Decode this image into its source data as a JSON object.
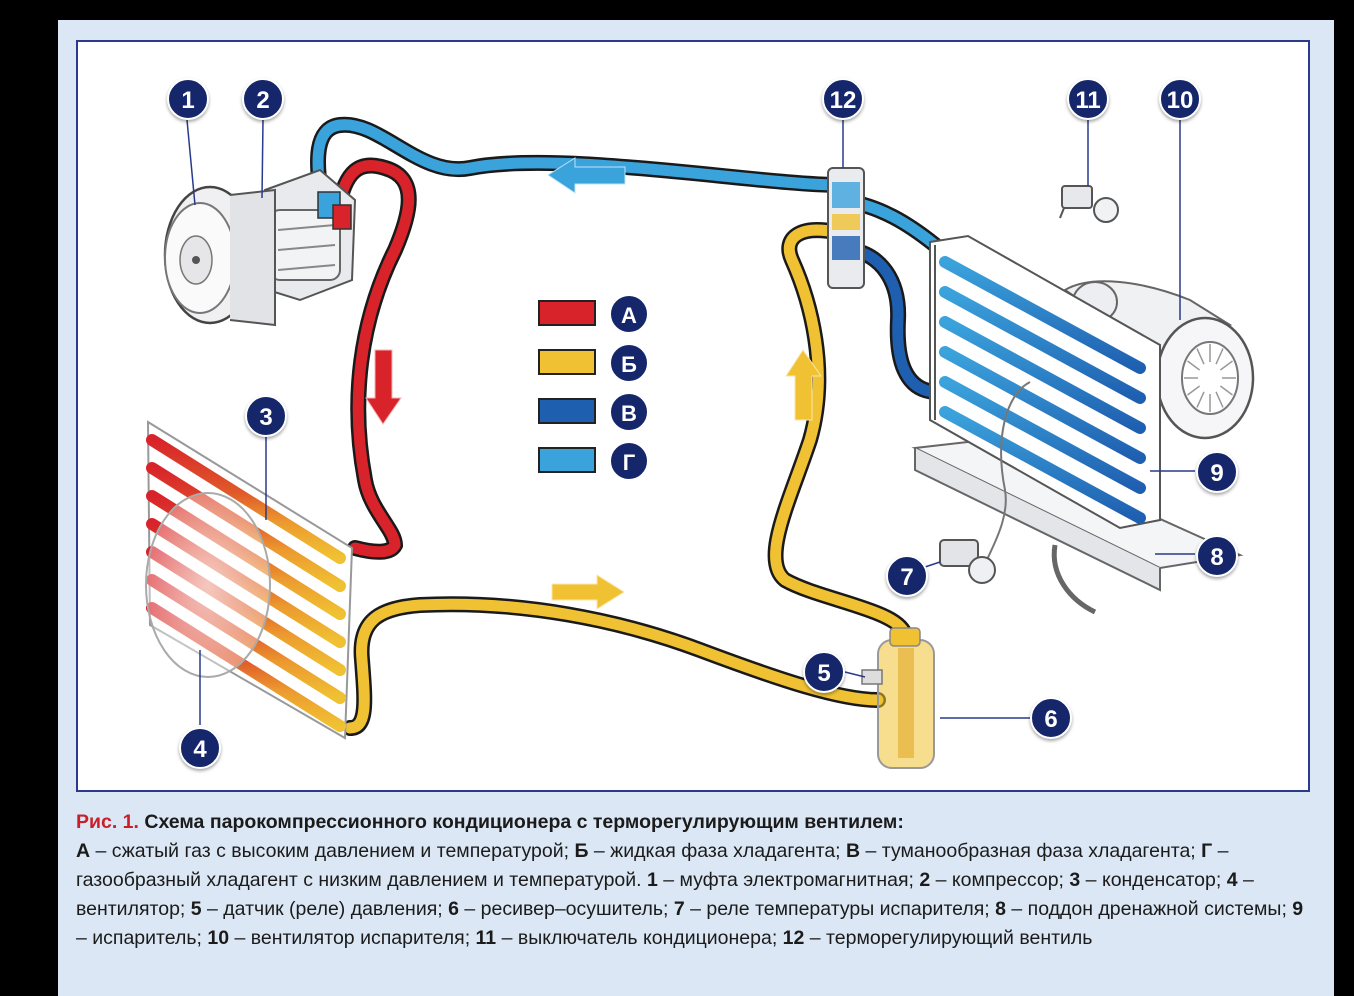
{
  "colors": {
    "hot_gas": "#d8232a",
    "liquid": "#f0c233",
    "mist": "#1f5fb0",
    "cold_gas": "#3ba3dc",
    "badge": "#15266b",
    "frame": "#2a3a8c",
    "caption_accent": "#c8202b"
  },
  "badges": [
    {
      "id": "1",
      "label": "1"
    },
    {
      "id": "2",
      "label": "2"
    },
    {
      "id": "3",
      "label": "3"
    },
    {
      "id": "4",
      "label": "4"
    },
    {
      "id": "5",
      "label": "5"
    },
    {
      "id": "6",
      "label": "6"
    },
    {
      "id": "7",
      "label": "7"
    },
    {
      "id": "8",
      "label": "8"
    },
    {
      "id": "9",
      "label": "9"
    },
    {
      "id": "10",
      "label": "10"
    },
    {
      "id": "11",
      "label": "11"
    },
    {
      "id": "12",
      "label": "12"
    }
  ],
  "legend": [
    {
      "letter": "А",
      "color": "#d8232a"
    },
    {
      "letter": "Б",
      "color": "#f0c233"
    },
    {
      "letter": "В",
      "color": "#1f5fb0"
    },
    {
      "letter": "Г",
      "color": "#3ba3dc"
    }
  ],
  "caption": {
    "fig": "Рис. 1.",
    "title": " Схема парокомпрессионного кондиционера с терморегулирующим вентилем:",
    "parts": [
      {
        "key": "А",
        "text": " – сжатый газ с высоким давлением и температурой; "
      },
      {
        "key": "Б",
        "text": " – жидкая фаза хладагента; "
      },
      {
        "key": "В",
        "text": " – туманообразная фаза хладагента; "
      },
      {
        "key": "Г",
        "text": " – газообразный хладагент с низким давлением и температурой. "
      },
      {
        "key": "1",
        "text": " – муфта электромагнитная; "
      },
      {
        "key": "2",
        "text": " – компрессор; "
      },
      {
        "key": "3",
        "text": " – конденсатор; "
      },
      {
        "key": "4",
        "text": " – вентилятор; "
      },
      {
        "key": "5",
        "text": " – датчик (реле) давления; "
      },
      {
        "key": "6",
        "text": " – ресивер–осушитель; "
      },
      {
        "key": "7",
        "text": " – реле температуры испарителя; "
      },
      {
        "key": "8",
        "text": " – поддон дренажной системы; "
      },
      {
        "key": "9",
        "text": " – испаритель; "
      },
      {
        "key": "10",
        "text": " – вентилятор испарителя; "
      },
      {
        "key": "11",
        "text": " – выключатель кондиционера; "
      },
      {
        "key": "12",
        "text": " – терморегулирующий вентиль"
      }
    ]
  }
}
